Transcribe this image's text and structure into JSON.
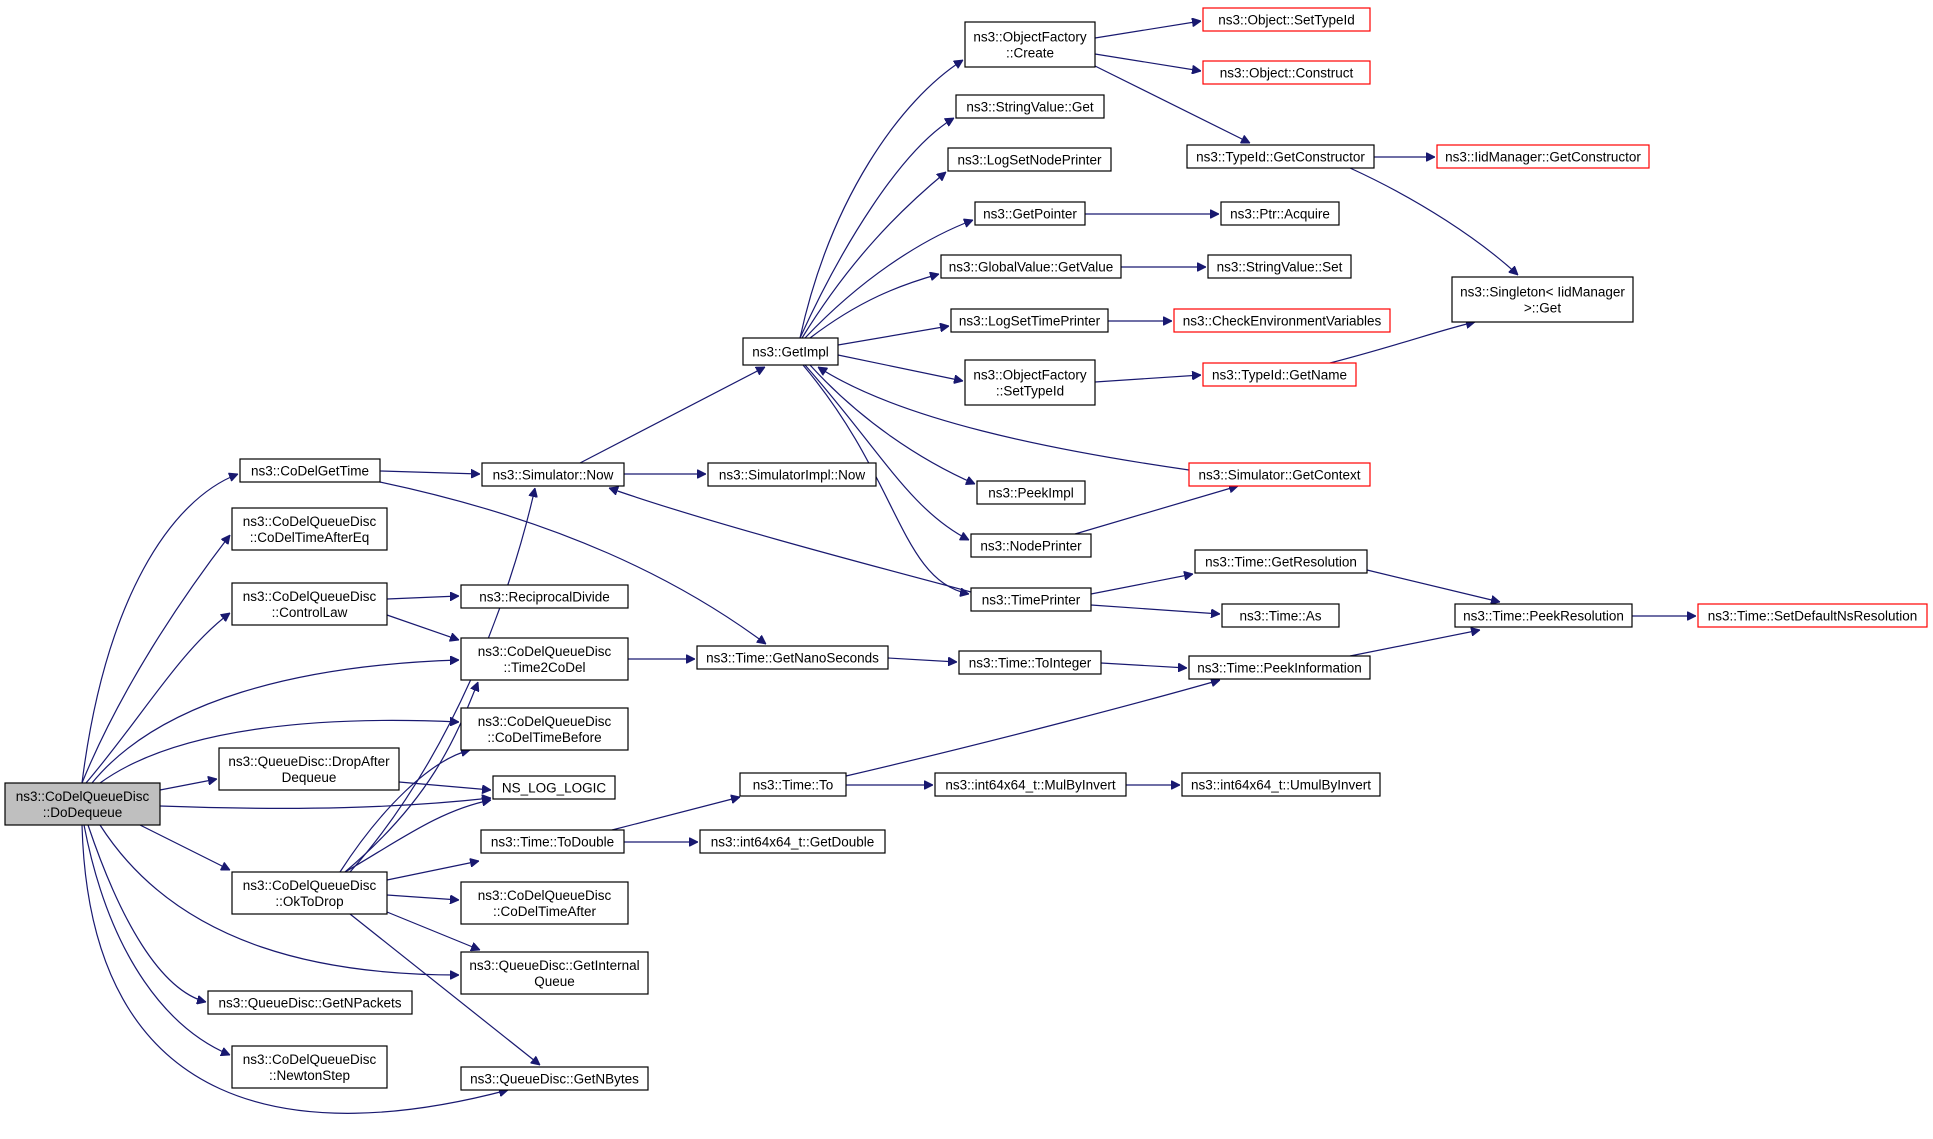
{
  "nodes": {
    "do_dequeue": [
      "ns3::CoDelQueueDisc",
      "::DoDequeue"
    ],
    "codel_get_time": [
      "ns3::CoDelGetTime"
    ],
    "codel_time_after_eq": [
      "ns3::CoDelQueueDisc",
      "::CoDelTimeAfterEq"
    ],
    "control_law": [
      "ns3::CoDelQueueDisc",
      "::ControlLaw"
    ],
    "drop_after_dequeue": [
      "ns3::QueueDisc::DropAfter",
      "Dequeue"
    ],
    "ok_to_drop": [
      "ns3::CoDelQueueDisc",
      "::OkToDrop"
    ],
    "get_npackets": [
      "ns3::QueueDisc::GetNPackets"
    ],
    "newton_step": [
      "ns3::CoDelQueueDisc",
      "::NewtonStep"
    ],
    "simulator_now": [
      "ns3::Simulator::Now"
    ],
    "reciprocal_divide": [
      "ns3::ReciprocalDivide"
    ],
    "time2codel": [
      "ns3::CoDelQueueDisc",
      "::Time2CoDel"
    ],
    "codel_time_before": [
      "ns3::CoDelQueueDisc",
      "::CoDelTimeBefore"
    ],
    "ns_log_logic": [
      "NS_LOG_LOGIC"
    ],
    "time_to_double": [
      "ns3::Time::ToDouble"
    ],
    "codel_time_after": [
      "ns3::CoDelQueueDisc",
      "::CoDelTimeAfter"
    ],
    "get_internal_queue": [
      "ns3::QueueDisc::GetInternal",
      "Queue"
    ],
    "get_nbytes": [
      "ns3::QueueDisc::GetNBytes"
    ],
    "get_impl": [
      "ns3::GetImpl"
    ],
    "simulatorimpl_now": [
      "ns3::SimulatorImpl::Now"
    ],
    "get_nanoseconds": [
      "ns3::Time::GetNanoSeconds"
    ],
    "time_to": [
      "ns3::Time::To"
    ],
    "int64_get_double": [
      "ns3::int64x64_t::GetDouble"
    ],
    "objectfactory_create": [
      "ns3::ObjectFactory",
      "::Create"
    ],
    "stringvalue_get": [
      "ns3::StringValue::Get"
    ],
    "logsetnodeprinter": [
      "ns3::LogSetNodePrinter"
    ],
    "getpointer": [
      "ns3::GetPointer"
    ],
    "globalvalue_getvalue": [
      "ns3::GlobalValue::GetValue"
    ],
    "logsettimeprinter": [
      "ns3::LogSetTimePrinter"
    ],
    "objectfactory_settypeid": [
      "ns3::ObjectFactory",
      "::SetTypeId"
    ],
    "peekimpl": [
      "ns3::PeekImpl"
    ],
    "nodeprinter": [
      "ns3::NodePrinter"
    ],
    "timeprinter": [
      "ns3::TimePrinter"
    ],
    "time_tointeger": [
      "ns3::Time::ToInteger"
    ],
    "mulbyinvert": [
      "ns3::int64x64_t::MulByInvert"
    ],
    "object_settypeid": [
      "ns3::Object::SetTypeId"
    ],
    "object_construct": [
      "ns3::Object::Construct"
    ],
    "typeid_getconstructor": [
      "ns3::TypeId::GetConstructor"
    ],
    "ptr_acquire": [
      "ns3::Ptr::Acquire"
    ],
    "stringvalue_set": [
      "ns3::StringValue::Set"
    ],
    "checkenv": [
      "ns3::CheckEnvironmentVariables"
    ],
    "typeid_getname": [
      "ns3::TypeId::GetName"
    ],
    "simulator_getcontext": [
      "ns3::Simulator::GetContext"
    ],
    "time_getresolution": [
      "ns3::Time::GetResolution"
    ],
    "time_as": [
      "ns3::Time::As"
    ],
    "time_peekinformation": [
      "ns3::Time::PeekInformation"
    ],
    "umulbyinvert": [
      "ns3::int64x64_t::UmulByInvert"
    ],
    "iidmanager_getconstructor": [
      "ns3::IidManager::GetConstructor"
    ],
    "singleton_get": [
      "ns3::Singleton< IidManager",
      ">::Get"
    ],
    "time_peekresolution": [
      "ns3::Time::PeekResolution"
    ],
    "setdefaultnsresolution": [
      "ns3::Time::SetDefaultNsResolution"
    ]
  },
  "root_color": "#bfbfbf",
  "edge_color": "#191970",
  "truncated_border_color": "#ff0000"
}
